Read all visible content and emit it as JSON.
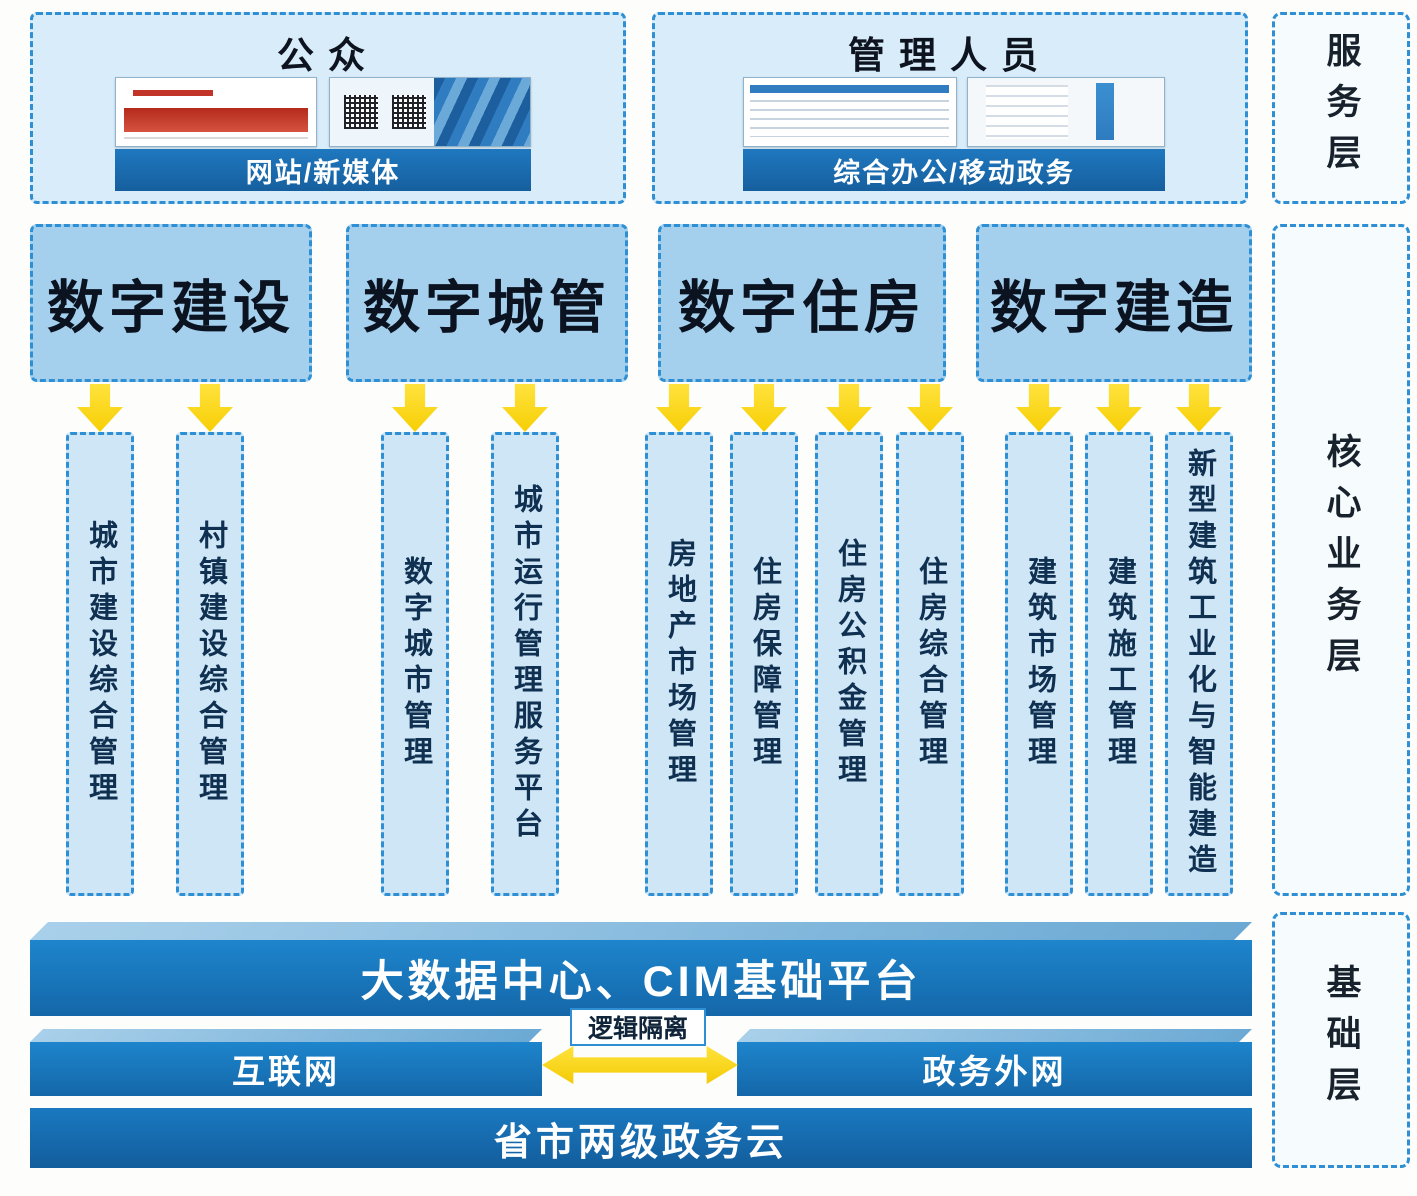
{
  "layers": {
    "service": "服务层",
    "core": "核心业务层",
    "base": "基础层"
  },
  "service_layer": {
    "public": {
      "title": "公众",
      "channel": "网站/新媒体"
    },
    "admin": {
      "title": "管理人员",
      "channel": "综合办公/移动政务"
    }
  },
  "domains": [
    {
      "title": "数字建设",
      "systems": [
        "城市建设综合管理",
        "村镇建设综合管理"
      ]
    },
    {
      "title": "数字城管",
      "systems": [
        "数字城市管理",
        "城市运行管理服务平台"
      ]
    },
    {
      "title": "数字住房",
      "systems": [
        "房地产市场管理",
        "住房保障管理",
        "住房公积金管理",
        "住房综合管理"
      ]
    },
    {
      "title": "数字建造",
      "systems": [
        "建筑市场管理",
        "建筑施工管理",
        "新型建筑工业化与智能建造"
      ]
    }
  ],
  "base_layer": {
    "platform": "大数据中心、CIM基础平台",
    "internet": "互联网",
    "gov_extranet": "政务外网",
    "isolation": "逻辑隔离",
    "cloud": "省市两级政务云"
  },
  "colors": {
    "accent_blue": "#1774bd",
    "light_fill": "#d9ecf9",
    "domain_fill": "#a4d0ee",
    "pillar_fill": "#cfe6f7",
    "border_blue": "#2e8fd4",
    "arrow_yellow": "#f7cf05"
  }
}
